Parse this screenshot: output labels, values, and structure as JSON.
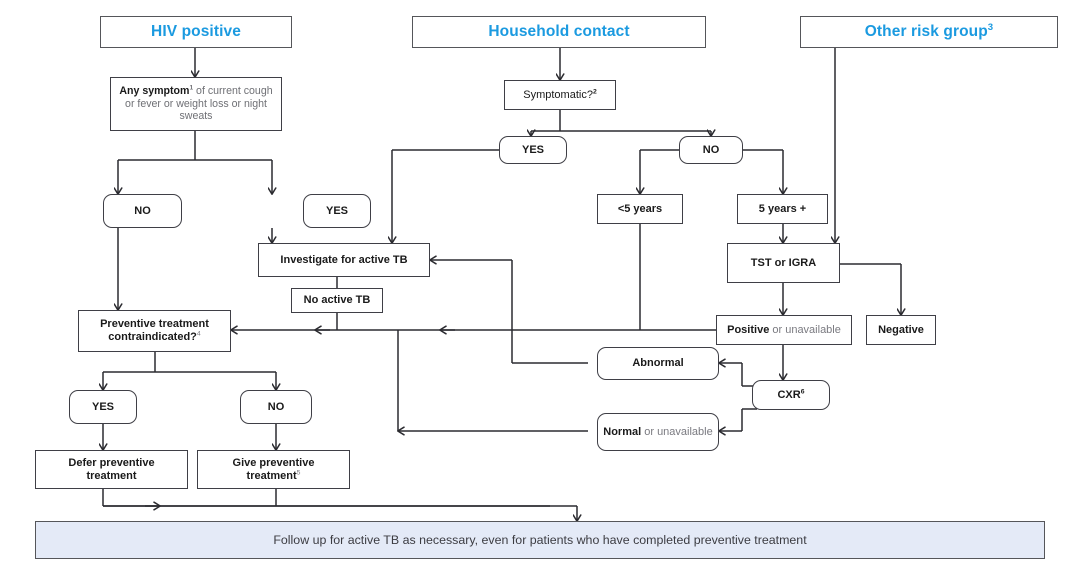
{
  "title": "Algorithm for tuberculosis preventive treatment",
  "colors": {
    "accent": "#1b9ae0",
    "line": "#3f3f46",
    "banner_fill": "#e4eaf7",
    "muted_text": "#7a7a80"
  },
  "entry_points": [
    {
      "id": "hiv-positive",
      "label": "HIV positive"
    },
    {
      "id": "household-contact",
      "label": "Household contact"
    },
    {
      "id": "other-risk-group",
      "label": "Other risk group",
      "superscript": "3"
    }
  ],
  "nodes": {
    "any_symptom": {
      "bold": "Any symptom",
      "superscript": "1",
      "rest": " of current cough or fever or weight loss or night sweats"
    },
    "symptomatic": {
      "label": "Symptomatic?",
      "superscript": "2"
    },
    "hiv_no": {
      "label": "NO"
    },
    "hiv_yes": {
      "label": "YES"
    },
    "hc_yes": {
      "label": "YES"
    },
    "hc_no": {
      "label": "NO"
    },
    "under5": {
      "label": "<5 years"
    },
    "over5": {
      "label": "5 years +"
    },
    "tst_igra": {
      "label": "TST or IGRA"
    },
    "positive": {
      "bold": "Positive",
      "rest": " or unavailable"
    },
    "negative": {
      "label": "Negative"
    },
    "cxr": {
      "label": "CXR",
      "superscript": "6"
    },
    "abnormal": {
      "label": "Abnormal"
    },
    "normal": {
      "bold": "Normal",
      "rest": " or unavailable"
    },
    "investigate": {
      "label": "Investigate for active TB"
    },
    "no_active_tb": {
      "label": "No active TB"
    },
    "contraindicated": {
      "line1": "Preventive treatment",
      "line2": "contraindicated?",
      "superscript": "4"
    },
    "ci_yes": {
      "label": "YES"
    },
    "ci_no": {
      "label": "NO"
    },
    "defer": {
      "line1": "Defer preventive",
      "line2": "treatment"
    },
    "give": {
      "line1": "Give preventive",
      "line2": "treatment",
      "superscript": "5"
    }
  },
  "banner": {
    "text": "Follow up for active TB as necessary, even for patients who have completed preventive treatment"
  },
  "flow_edges": [
    {
      "from": "hiv-positive",
      "to": "any_symptom"
    },
    {
      "from": "any_symptom",
      "to": "hiv_no"
    },
    {
      "from": "any_symptom",
      "to": "hiv_yes"
    },
    {
      "from": "hiv_no",
      "to": "contraindicated"
    },
    {
      "from": "hiv_yes",
      "to": "investigate"
    },
    {
      "from": "household-contact",
      "to": "symptomatic"
    },
    {
      "from": "symptomatic",
      "to": "hc_yes"
    },
    {
      "from": "symptomatic",
      "to": "hc_no"
    },
    {
      "from": "hc_yes",
      "to": "investigate"
    },
    {
      "from": "hc_no",
      "to": "under5"
    },
    {
      "from": "hc_no",
      "to": "over5"
    },
    {
      "from": "under5",
      "to": "contraindicated"
    },
    {
      "from": "over5",
      "to": "tst_igra"
    },
    {
      "from": "other-risk-group",
      "to": "tst_igra"
    },
    {
      "from": "tst_igra",
      "to": "positive"
    },
    {
      "from": "tst_igra",
      "to": "negative"
    },
    {
      "from": "positive",
      "to": "contraindicated"
    },
    {
      "from": "positive",
      "to": "cxr"
    },
    {
      "from": "cxr",
      "to": "abnormal"
    },
    {
      "from": "cxr",
      "to": "normal"
    },
    {
      "from": "abnormal",
      "to": "investigate"
    },
    {
      "from": "normal",
      "to": "contraindicated"
    },
    {
      "from": "investigate",
      "to": "no_active_tb"
    },
    {
      "from": "no_active_tb",
      "to": "contraindicated"
    },
    {
      "from": "contraindicated",
      "to": "ci_yes"
    },
    {
      "from": "contraindicated",
      "to": "ci_no"
    },
    {
      "from": "ci_yes",
      "to": "defer"
    },
    {
      "from": "ci_no",
      "to": "give"
    },
    {
      "from": "defer",
      "to": "banner"
    },
    {
      "from": "give",
      "to": "banner"
    }
  ]
}
